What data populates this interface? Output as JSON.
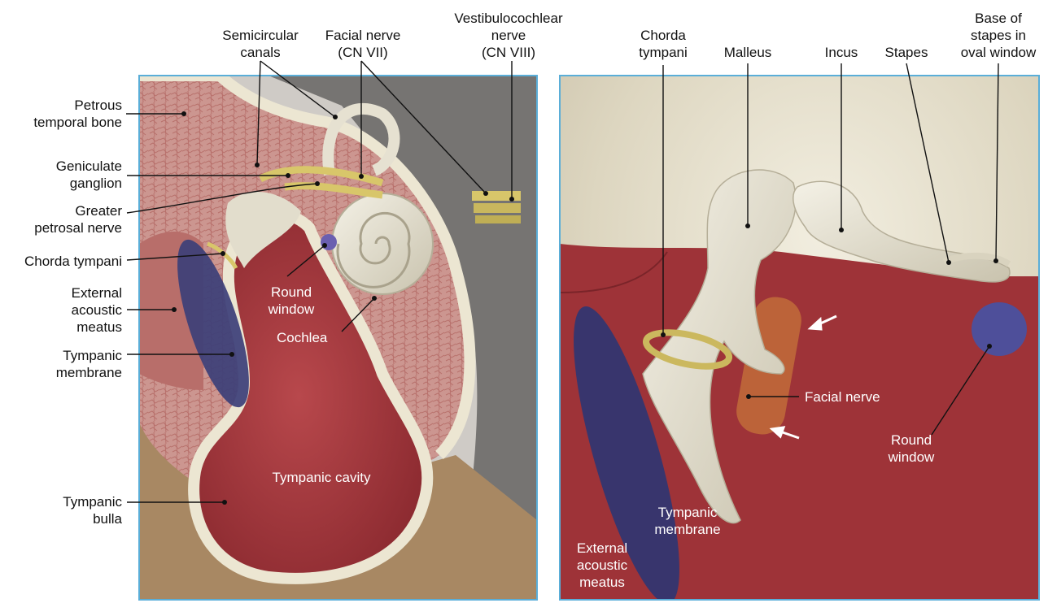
{
  "labels": {
    "semicircular_canals": "Semicircular\ncanals",
    "facial_nerve_top": "Facial nerve\n(CN VII)",
    "vestibulocochlear": "Vestibulocochlear\nnerve\n(CN VIII)",
    "chorda_tympani_right": "Chorda\ntympani",
    "malleus": "Malleus",
    "incus": "Incus",
    "stapes": "Stapes",
    "base_of_stapes": "Base of\nstapes in\noval window",
    "petrous_temporal_bone": "Petrous\ntemporal bone",
    "geniculate_ganglion": "Geniculate\nganglion",
    "greater_petrosal_nerve": "Greater\npetrosal nerve",
    "chorda_tympani_left": "Chorda tympani",
    "external_acoustic_meatus_left": "External\nacoustic\nmeatus",
    "tympanic_membrane_left": "Tympanic\nmembrane",
    "tympanic_bulla": "Tympanic\nbulla",
    "round_window_left": "Round\nwindow",
    "cochlea": "Cochlea",
    "tympanic_cavity": "Tympanic cavity",
    "facial_nerve_right": "Facial nerve",
    "round_window_right": "Round\nwindow",
    "tympanic_membrane_right": "Tympanic\nmembrane",
    "external_acoustic_meatus_right": "External\nacoustic\nmeatus"
  },
  "colors": {
    "panel_border": "#5aaed8",
    "bone": "#ece6d2",
    "spongy_bone": "#c98f88",
    "cavity": "#9e3338",
    "membrane": "#3c3f78",
    "nerve": "#d8c66a",
    "bulla": "#a88863"
  }
}
